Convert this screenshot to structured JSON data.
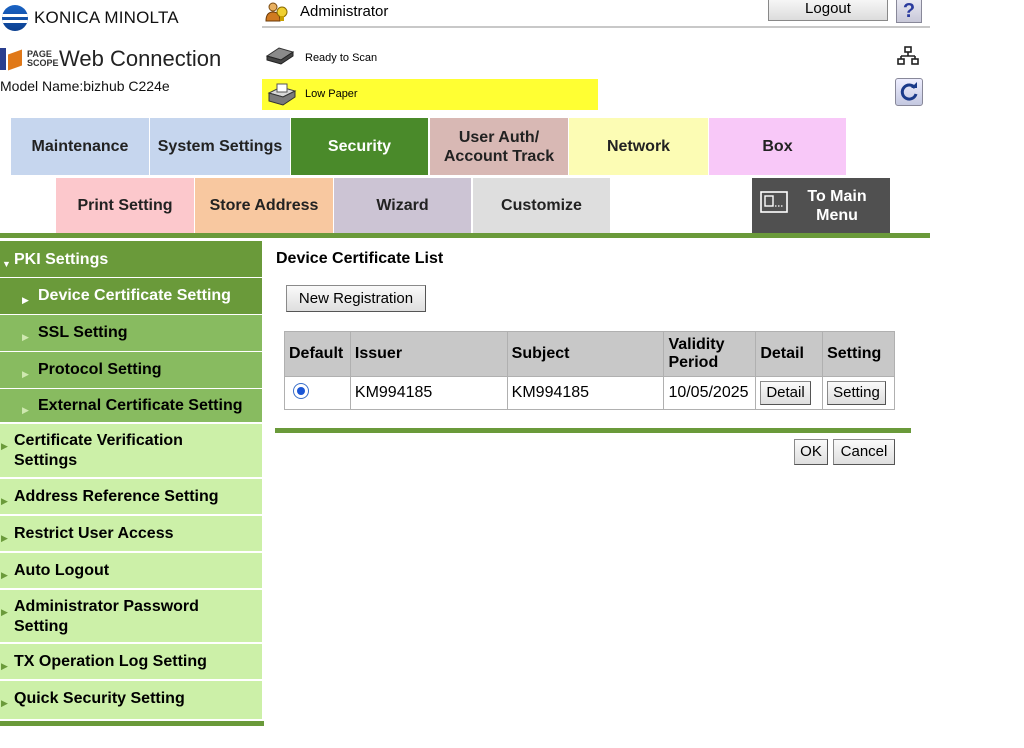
{
  "header": {
    "brand": "KONICA MINOLTA",
    "pagescope": "PAGE SCOPE",
    "product": "Web Connection",
    "model_name": "Model Name:bizhub C224e",
    "user": "Administrator",
    "logout_label": "Logout",
    "help_label": "?",
    "status_ready": "Ready to Scan",
    "status_warning": "Low Paper"
  },
  "tabs_row1": [
    {
      "label": "Maintenance",
      "color": "#c6d6ee"
    },
    {
      "label": "System Settings",
      "color": "#c6d6ee"
    },
    {
      "label": "Security",
      "color": "#4a8a2a",
      "active": true
    },
    {
      "label": "User Auth/ Account Track",
      "color": "#d8b8b4"
    },
    {
      "label": "Network",
      "color": "#fcfcb4"
    },
    {
      "label": "Box",
      "color": "#f8c8f8"
    }
  ],
  "tabs_row2": [
    {
      "label": "Print Setting",
      "color": "#fcc8cc"
    },
    {
      "label": "Store Address",
      "color": "#f8c8a0"
    },
    {
      "label": "Wizard",
      "color": "#ccc4d4"
    },
    {
      "label": "Customize",
      "color": "#dedede"
    },
    {
      "label": "To Main Menu",
      "color": "#505050"
    }
  ],
  "sidebar": {
    "items": [
      {
        "label": "PKI Settings"
      },
      {
        "label": "Device Certificate Setting"
      },
      {
        "label": "SSL Setting"
      },
      {
        "label": "Protocol Setting"
      },
      {
        "label": "External Certificate Setting"
      },
      {
        "label": "Certificate Verification Settings"
      },
      {
        "label": "Address Reference Setting"
      },
      {
        "label": "Restrict User Access"
      },
      {
        "label": "Auto Logout"
      },
      {
        "label": "Administrator Password Setting"
      },
      {
        "label": "TX Operation Log Setting"
      },
      {
        "label": "Quick Security Setting"
      }
    ]
  },
  "main": {
    "title": "Device Certificate List",
    "new_registration_label": "New Registration",
    "table": {
      "headers": [
        "Default",
        "Issuer",
        "Subject",
        "Validity Period",
        "Detail",
        "Setting"
      ],
      "rows": [
        {
          "default": true,
          "issuer": "KM994185",
          "subject": "KM994185",
          "validity": "10/05/2025",
          "detail_label": "Detail",
          "setting_label": "Setting"
        }
      ]
    },
    "ok_label": "OK",
    "cancel_label": "Cancel"
  },
  "colors": {
    "accent_green": "#6a9a3a",
    "sidebar_dark": "#6a9a3a",
    "sidebar_mid": "#88bb60",
    "sidebar_light": "#ccf0a8",
    "warning_yellow": "#ffff33"
  },
  "icons": [
    "konica-minolta-logo",
    "pagescope-logo",
    "administrator-icon",
    "help-icon",
    "scanner-icon",
    "paper-warning-icon",
    "sitemap-icon",
    "refresh-icon",
    "main-menu-icon",
    "triangle-down-icon",
    "triangle-right-icon"
  ]
}
